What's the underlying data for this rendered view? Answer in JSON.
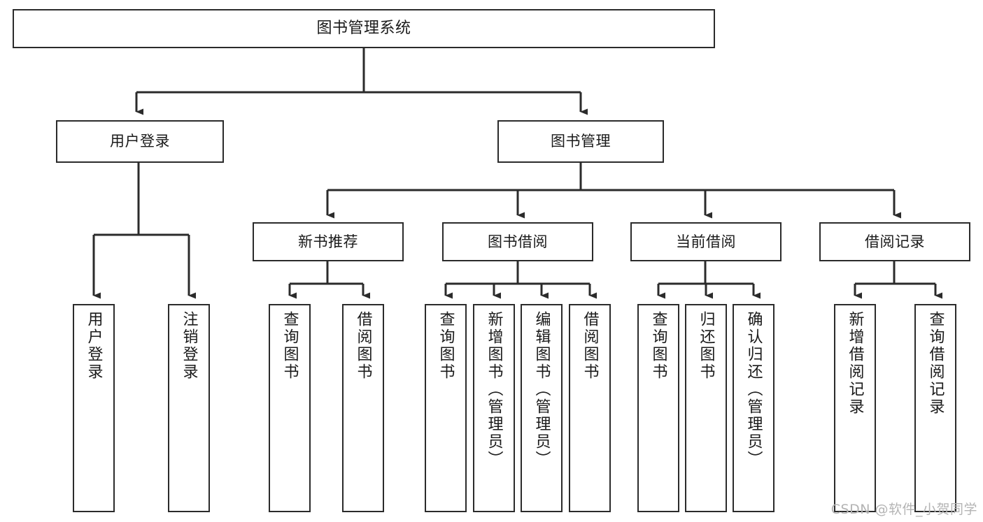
{
  "diagram": {
    "title": "图书管理系统",
    "type": "tree-hierarchy-chart",
    "colors": {
      "stroke": "#2b2b2b",
      "fill": "#ffffff",
      "text": "#1a1a1a",
      "watermark": "#b4b4b4"
    },
    "root": {
      "label": "图书管理系统"
    },
    "level2": [
      {
        "label": "用户登录"
      },
      {
        "label": "图书管理"
      }
    ],
    "level3": [
      {
        "label": "新书推荐"
      },
      {
        "label": "图书借阅"
      },
      {
        "label": "当前借阅"
      },
      {
        "label": "借阅记录"
      }
    ],
    "leaves": {
      "user_login": [
        {
          "label": "用户登录"
        },
        {
          "label": "注销登录"
        }
      ],
      "new_book_recommend": [
        {
          "label": "查询图书"
        },
        {
          "label": "借阅图书"
        }
      ],
      "book_borrow": [
        {
          "label": "查询图书"
        },
        {
          "label": "新增图书（管理员）"
        },
        {
          "label": "编辑图书（管理员）"
        },
        {
          "label": "借阅图书"
        }
      ],
      "current_borrow": [
        {
          "label": "查询图书"
        },
        {
          "label": "归还图书"
        },
        {
          "label": "确认归还（管理员）"
        }
      ],
      "borrow_record": [
        {
          "label": "新增借阅记录"
        },
        {
          "label": "查询借阅记录"
        }
      ]
    }
  },
  "watermark": {
    "text": "CSDN @软件_小贺同学"
  }
}
